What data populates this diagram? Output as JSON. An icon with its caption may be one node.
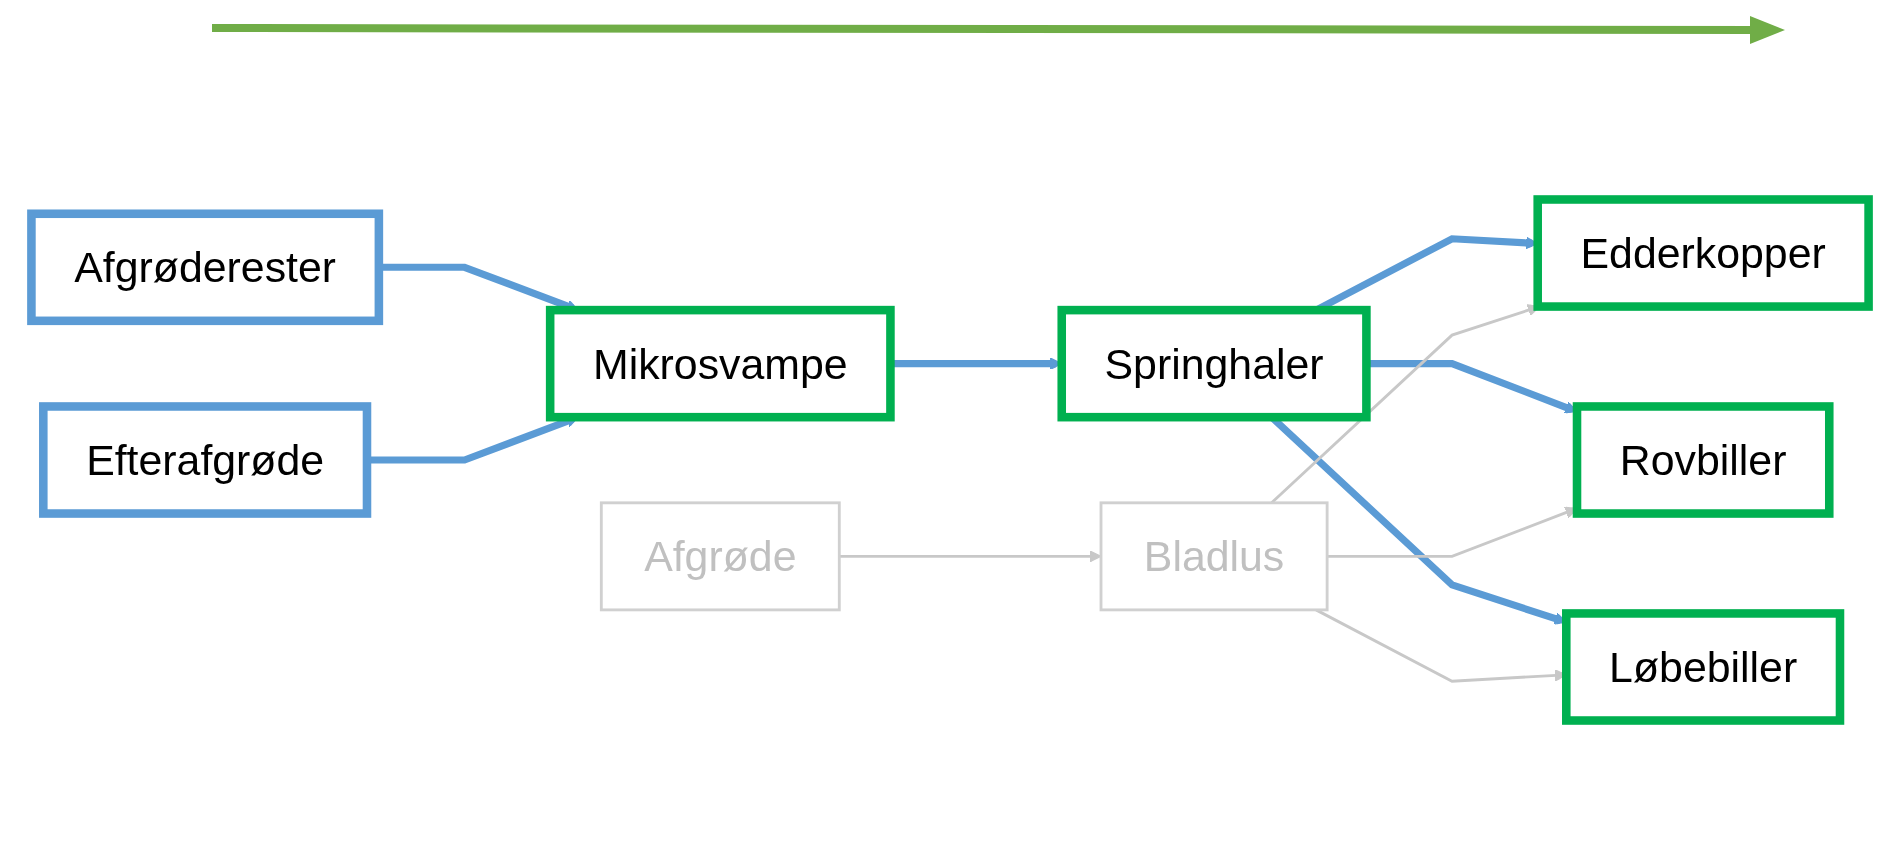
{
  "diagram": {
    "nodes": [
      {
        "text": [
          "Afgrøderester"
        ]
      },
      {
        "text": [
          "Efterafgrøde"
        ]
      },
      {
        "text": [
          "Mikrosvampe"
        ]
      },
      {
        "text": [
          "Springhaler"
        ]
      },
      {
        "text": [
          "Edderkopper"
        ]
      },
      {
        "text": [
          "Rovbiller"
        ]
      },
      {
        "text": [
          "Løbebiller"
        ]
      },
      {
        "text": [
          "Afgrøde"
        ]
      },
      {
        "text": [
          "Bladlus"
        ]
      }
    ],
    "edges": [
      {
        "from": 0,
        "to": 2,
        "arrow": "to"
      },
      {
        "from": 1,
        "to": 2,
        "arrow": "to"
      },
      {
        "from": 2,
        "to": 3,
        "arrow": "to"
      },
      {
        "from": 3,
        "to": 4,
        "arrow": "to"
      },
      {
        "from": 3,
        "to": 5,
        "arrow": "to"
      },
      {
        "from": 3,
        "to": 6,
        "arrow": "to"
      },
      {
        "from": 7,
        "to": 8,
        "arrow": "to",
        "color": "#c8c8c8"
      },
      {
        "from": 8,
        "to": 4,
        "arrow": "to",
        "color": "#c8c8c8"
      },
      {
        "from": 8,
        "to": 5,
        "arrow": "to",
        "color": "#c8c8c8"
      },
      {
        "from": 8,
        "to": 6,
        "arrow": "to",
        "color": "#c8c8c8"
      }
    ]
  }
}
